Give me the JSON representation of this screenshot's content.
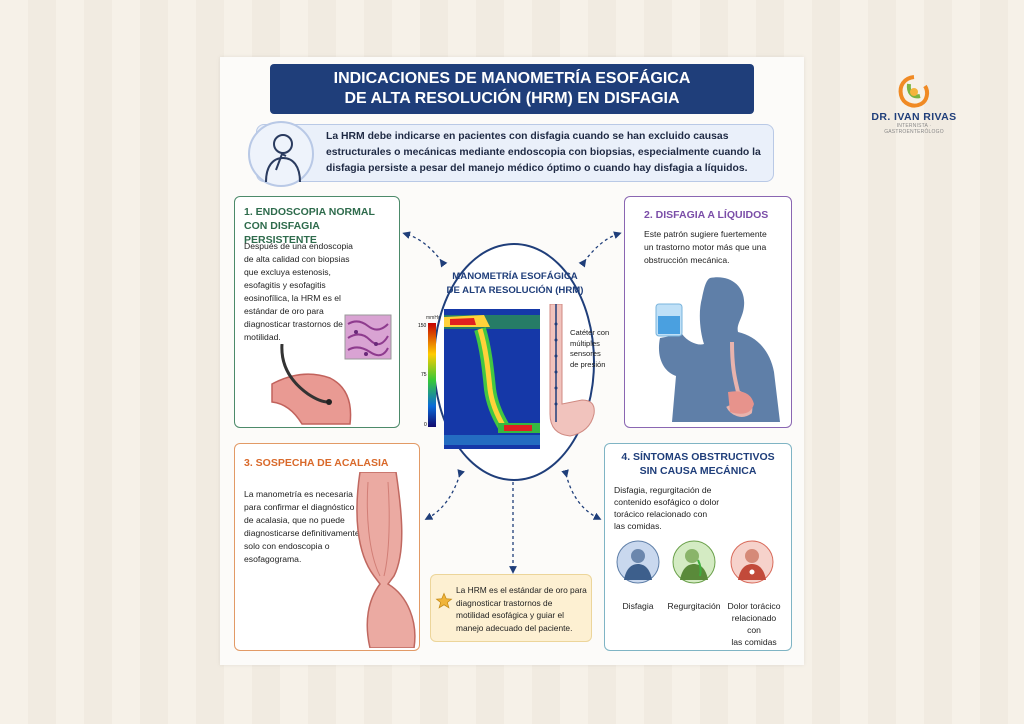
{
  "header": {
    "title_line1": "INDICACIONES DE MANOMETRÍA ESOFÁGICA",
    "title_line2": "DE ALTA RESOLUCIÓN (HRM) EN DISFAGIA"
  },
  "brand": {
    "name": "DR. IVAN RIVAS",
    "subtitle": "INTERNISTA · GASTROENTERÓLOGO",
    "logo_icon": "stomach-leaf-logo"
  },
  "intro": {
    "text": "La HRM debe indicarse en pacientes con disfagia cuando se han excluido causas estructurales o mecánicas mediante endoscopia con biopsias, especialmente cuando la disfagia persiste a pesar del manejo médico óptimo o cuando hay disfagia a líquidos."
  },
  "center": {
    "title_line1": "MANOMETRÍA ESOFÁGICA",
    "title_line2": "DE ALTA RESOLUCIÓN (HRM)",
    "unit": "mmHg",
    "scale_top": "150",
    "scale_mid": "75",
    "scale_bottom": "0",
    "catheter_line1": "Catéter con",
    "catheter_line2": "múltiples",
    "catheter_line3": "sensores",
    "catheter_line4": "de presión"
  },
  "sections": [
    {
      "title_line1": "1. ENDOSCOPIA NORMAL",
      "title_line2": "CON DISFAGIA PERSISTENTE",
      "text": "Después de una endoscopia de alta calidad con biopsias que excluya estenosis, esofagitis y esofagitis eosinofílica, la HRM es el estándar de oro para diagnosticar trastornos de motilidad.",
      "color": "#2e6b4c"
    },
    {
      "title_line1": "2. DISFAGIA A LÍQUIDOS",
      "text": "Este patrón sugiere fuertemente un trastorno motor más que una obstrucción mecánica.",
      "color": "#7b4ea8"
    },
    {
      "title_line1": "3. SOSPECHA DE ACALASIA",
      "text": "La manometría es necesaria para confirmar el diagnóstico de acalasia, que no puede diagnosticarse definitivamente solo con endoscopia o esofagograma.",
      "color": "#d9692a"
    },
    {
      "title_line1": "4. SÍNTOMAS OBSTRUCTIVOS",
      "title_line2": "SIN CAUSA MECÁNICA",
      "text": "Disfagia, regurgitación de contenido esofágico o dolor torácico relacionado con las comidas.",
      "color": "#1f3e7a",
      "symptoms": [
        {
          "label": "Disfagia"
        },
        {
          "label": "Regurgitación"
        },
        {
          "label_line1": "Dolor torácico",
          "label_line2": "relacionado con",
          "label_line3": "las comidas"
        }
      ]
    }
  ],
  "footer_note": {
    "text": "La HRM es el estándar de oro para diagnosticar trastornos de motilidad esofágica y guiar el manejo adecuado del paciente.",
    "icon": "star-icon"
  }
}
